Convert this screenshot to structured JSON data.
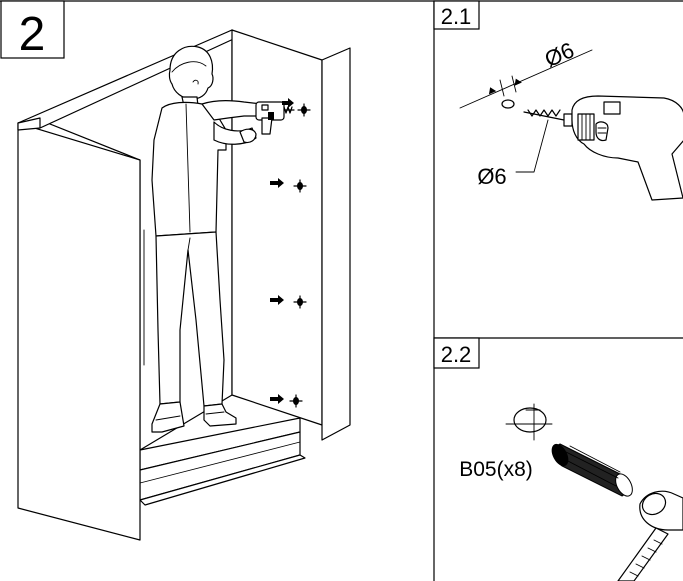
{
  "step": {
    "number": "2"
  },
  "panels": [
    {
      "id": "2.1",
      "label": "2.1",
      "dims": {
        "top": "Ø6",
        "side": "Ø6"
      }
    },
    {
      "id": "2.2",
      "label": "2.2",
      "part": {
        "code": "B05(x8)"
      }
    }
  ]
}
